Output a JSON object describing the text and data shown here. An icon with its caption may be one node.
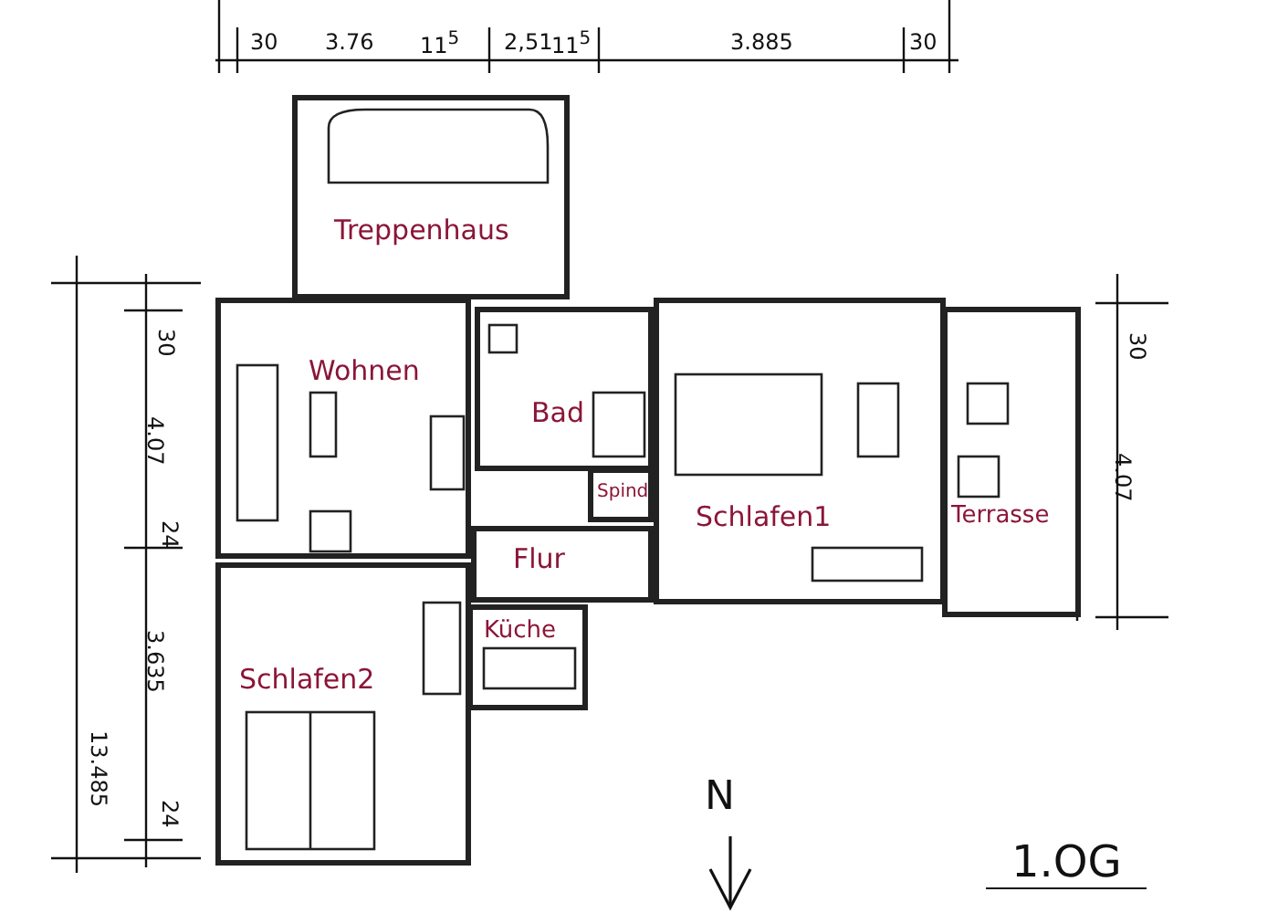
{
  "diagram": {
    "caption": "1.OG",
    "nodes": [
      {
        "text": [
          "Treppenhaus"
        ]
      },
      {
        "text": [
          "Wohnen"
        ]
      },
      {
        "text": [
          "Bad"
        ]
      },
      {
        "text": [
          "Spind"
        ]
      },
      {
        "text": [
          "Schlafen1"
        ]
      },
      {
        "text": [
          "Terrasse"
        ]
      },
      {
        "text": [
          "Flur"
        ]
      },
      {
        "text": [
          "Küche"
        ]
      },
      {
        "text": [
          "Schlafen2"
        ]
      }
    ],
    "labels": [
      "30",
      "3.76",
      "11$^{5}$",
      "2,51",
      "11$^{5}$",
      "3.885",
      "30",
      "30",
      "4.07",
      "24",
      "3.635",
      "24",
      "13.485",
      "30",
      "4.07",
      "N"
    ]
  }
}
